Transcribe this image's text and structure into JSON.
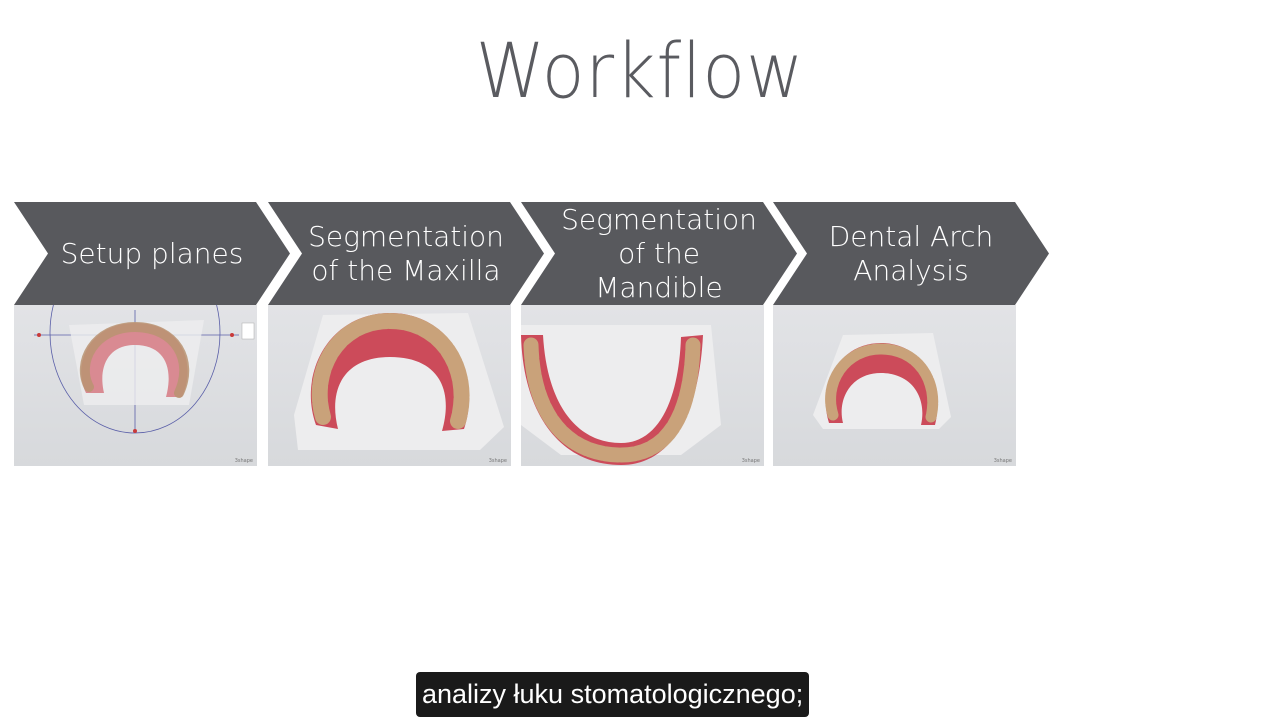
{
  "slide": {
    "title": "Workflow",
    "steps": [
      {
        "label": "Setup planes"
      },
      {
        "label": "Segmentation\nof the Maxilla"
      },
      {
        "label": "Segmentation\nof the Mandible"
      },
      {
        "label": "Dental Arch\nAnalysis"
      }
    ],
    "thumbnails": [
      {
        "corner": "3shape"
      },
      {
        "corner": "3shape"
      },
      {
        "corner": "3shape"
      },
      {
        "corner": "3shape"
      }
    ],
    "colors": {
      "chevron": "#58595d",
      "gum": "#c94a5a",
      "tooth": "#c9a27a",
      "thumb_bg": "#dcdde0"
    }
  },
  "caption": {
    "text": "analizy łuku stomatologicznego;"
  }
}
